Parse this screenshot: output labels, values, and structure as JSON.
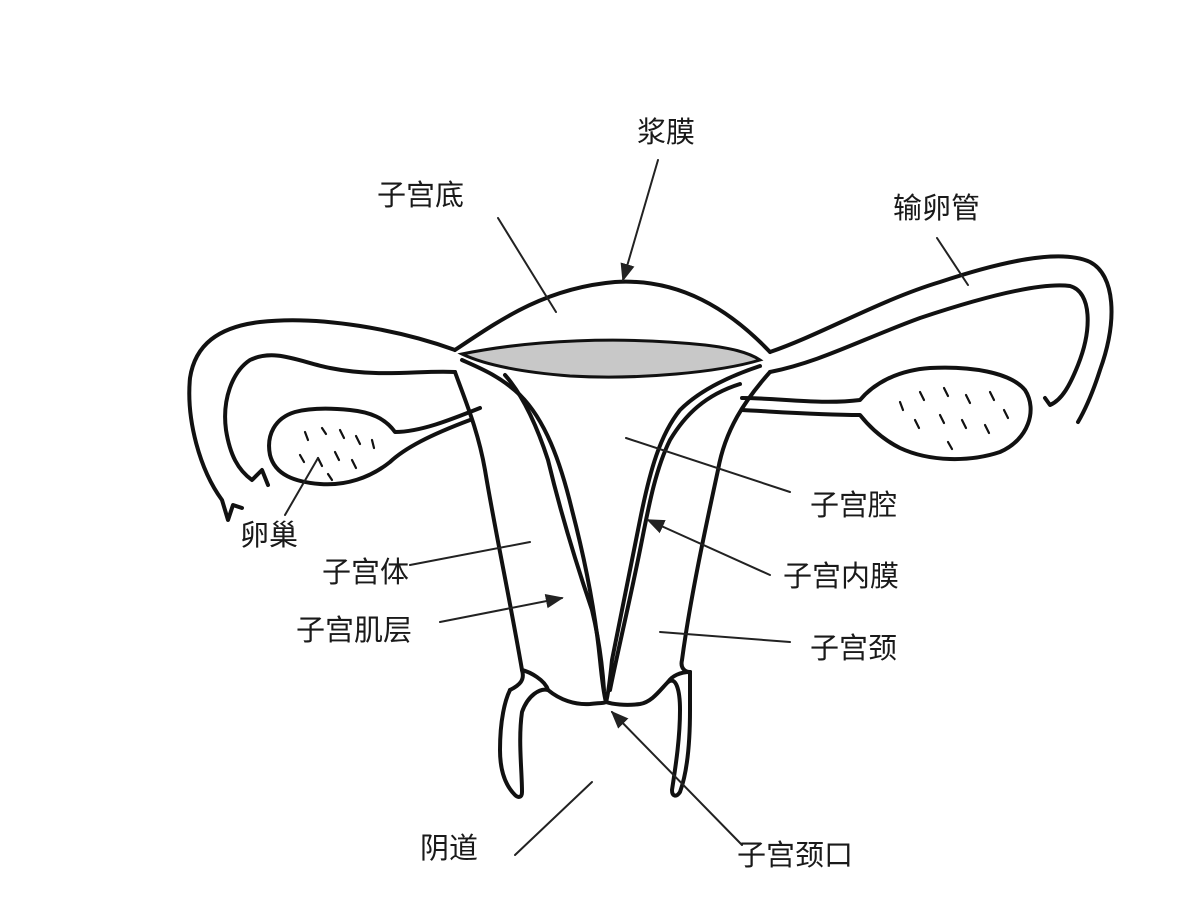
{
  "labels": {
    "serosa": "浆膜",
    "fundus": "子宫底",
    "fallopian_tube": "输卵管",
    "uterine_cavity": "子宫腔",
    "ovary": "卵巢",
    "uterine_body": "子宫体",
    "endometrium": "子宫内膜",
    "myometrium": "子宫肌层",
    "cervix": "子宫颈",
    "vagina": "阴道",
    "cervical_os": "子宫颈口"
  },
  "colors": {
    "background": "#ffffff",
    "outline": "#111111",
    "cavity_fill": "#c8c8c8",
    "label_text": "#1a1a1a"
  }
}
